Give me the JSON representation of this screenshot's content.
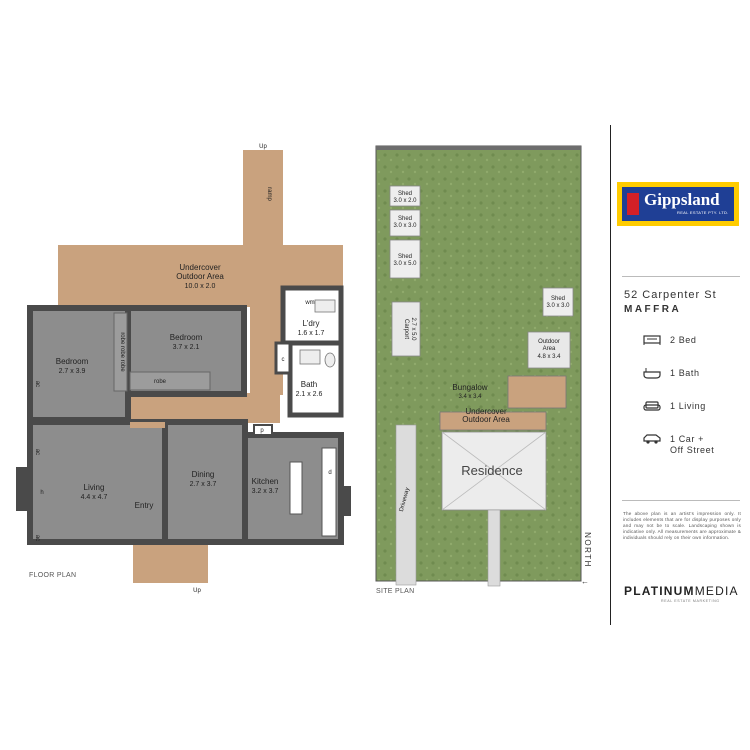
{
  "floor_plan": {
    "caption": "FLOOR PLAN",
    "up_top": "Up",
    "up_bottom": "Up",
    "ramp": "ramp",
    "rooms": {
      "undercover": {
        "name": "Undercover\nOutdoor Area",
        "dims": "10.0 x 2.0"
      },
      "bedroom1": {
        "name": "Bedroom",
        "dims": "2.7 x 3.9"
      },
      "bedroom2": {
        "name": "Bedroom",
        "dims": "3.7 x 2.1"
      },
      "laundry": {
        "name": "L'dry",
        "dims": "1.6 x 1.7"
      },
      "bath": {
        "name": "Bath",
        "dims": "2.1 x 2.6"
      },
      "living": {
        "name": "Living",
        "dims": "4.4 x 4.7"
      },
      "dining": {
        "name": "Dining",
        "dims": "2.7 x 3.7"
      },
      "kitchen": {
        "name": "Kitchen",
        "dims": "3.2 x 3.7"
      },
      "entry": {
        "name": "Entry"
      }
    },
    "fixtures": {
      "robe": "robe",
      "robe_vertical": "robe robe robe",
      "wm": "wm",
      "c": "c",
      "p": "p",
      "d": "d",
      "h": "h",
      "ac": "ac"
    }
  },
  "site_plan": {
    "caption": "SITE PLAN",
    "north": "NORTH",
    "labels": {
      "shed1": {
        "name": "Shed",
        "dims": "3.0 x 2.0"
      },
      "shed2": {
        "name": "Shed",
        "dims": "3.0 x 3.0"
      },
      "shed3": {
        "name": "Shed",
        "dims": "3.0 x 5.0"
      },
      "shed4": {
        "name": "Shed",
        "dims": "3.0 x 3.0"
      },
      "carport": {
        "name": "Carport",
        "dims": "2.7 x 5.0"
      },
      "outdoor": {
        "name": "Outdoor\nArea",
        "dims": "4.8 x 3.4"
      },
      "bungalow": {
        "name": "Bungalow",
        "dims": "3.4 x 3.4"
      },
      "undercover": {
        "name": "Undercover\nOutdoor Area"
      },
      "residence": {
        "name": "Residence"
      },
      "driveway": {
        "name": "Driveway"
      }
    }
  },
  "agency": {
    "name": "Gippsland",
    "sub": "REAL ESTATE PTY. LTD.",
    "colors": {
      "yellow": "#ffcc00",
      "blue": "#1f3f95",
      "red": "#d32027"
    }
  },
  "address": {
    "line1": "52 Carpenter St",
    "line2": "MAFFRA"
  },
  "features": [
    {
      "icon": "bed-icon",
      "text": "2 Bed"
    },
    {
      "icon": "bath-icon",
      "text": "1 Bath"
    },
    {
      "icon": "sofa-icon",
      "text": "1 Living"
    },
    {
      "icon": "car-icon",
      "text": "1 Car +\nOff Street"
    }
  ],
  "disclaimer": "The above plan is an artist's impression only. It includes elements that are for display purposes only and may not be to scale. Landscaping shown is indicative only. All measurements are approximate & individuals should rely on their own information.",
  "brand": {
    "name_bold": "PLATINUM",
    "name_rest": "MEDIA",
    "sub": "REAL ESTATE MARKETING"
  }
}
